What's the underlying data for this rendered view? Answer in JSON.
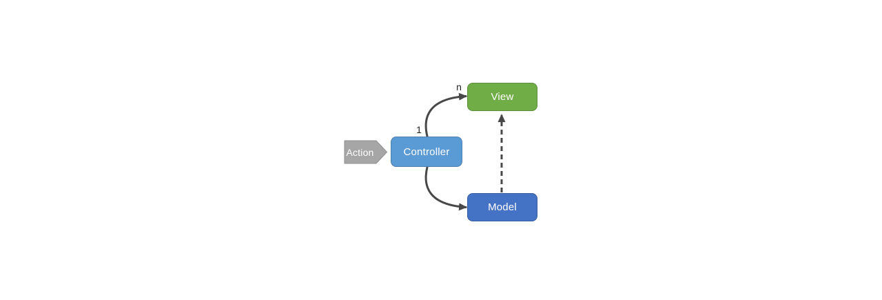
{
  "diagram": {
    "type": "flow-diagram",
    "background": "#ffffff",
    "nodes": {
      "action": {
        "label": "Action",
        "shape": "right-pentagon",
        "fill": "#A6A6A6",
        "border": "#8F8F8F",
        "text_color": "#ffffff"
      },
      "controller": {
        "label": "Controller",
        "shape": "rounded-rect",
        "fill": "#5B9BD5",
        "text_color": "#ffffff"
      },
      "view": {
        "label": "View",
        "shape": "rounded-rect",
        "fill": "#70AD47",
        "text_color": "#ffffff"
      },
      "model": {
        "label": "Model",
        "shape": "rounded-rect",
        "fill": "#4472C4",
        "text_color": "#ffffff"
      }
    },
    "edges": [
      {
        "id": "controller-to-view",
        "from": "Controller",
        "to": "View",
        "style": "solid",
        "curved": true,
        "source_label": "1",
        "target_label": "n",
        "color": "#484848"
      },
      {
        "id": "controller-to-model",
        "from": "Controller",
        "to": "Model",
        "style": "solid",
        "curved": true,
        "color": "#484848"
      },
      {
        "id": "model-to-view",
        "from": "Model",
        "to": "View",
        "style": "dashed",
        "curved": false,
        "color": "#484848"
      }
    ]
  }
}
